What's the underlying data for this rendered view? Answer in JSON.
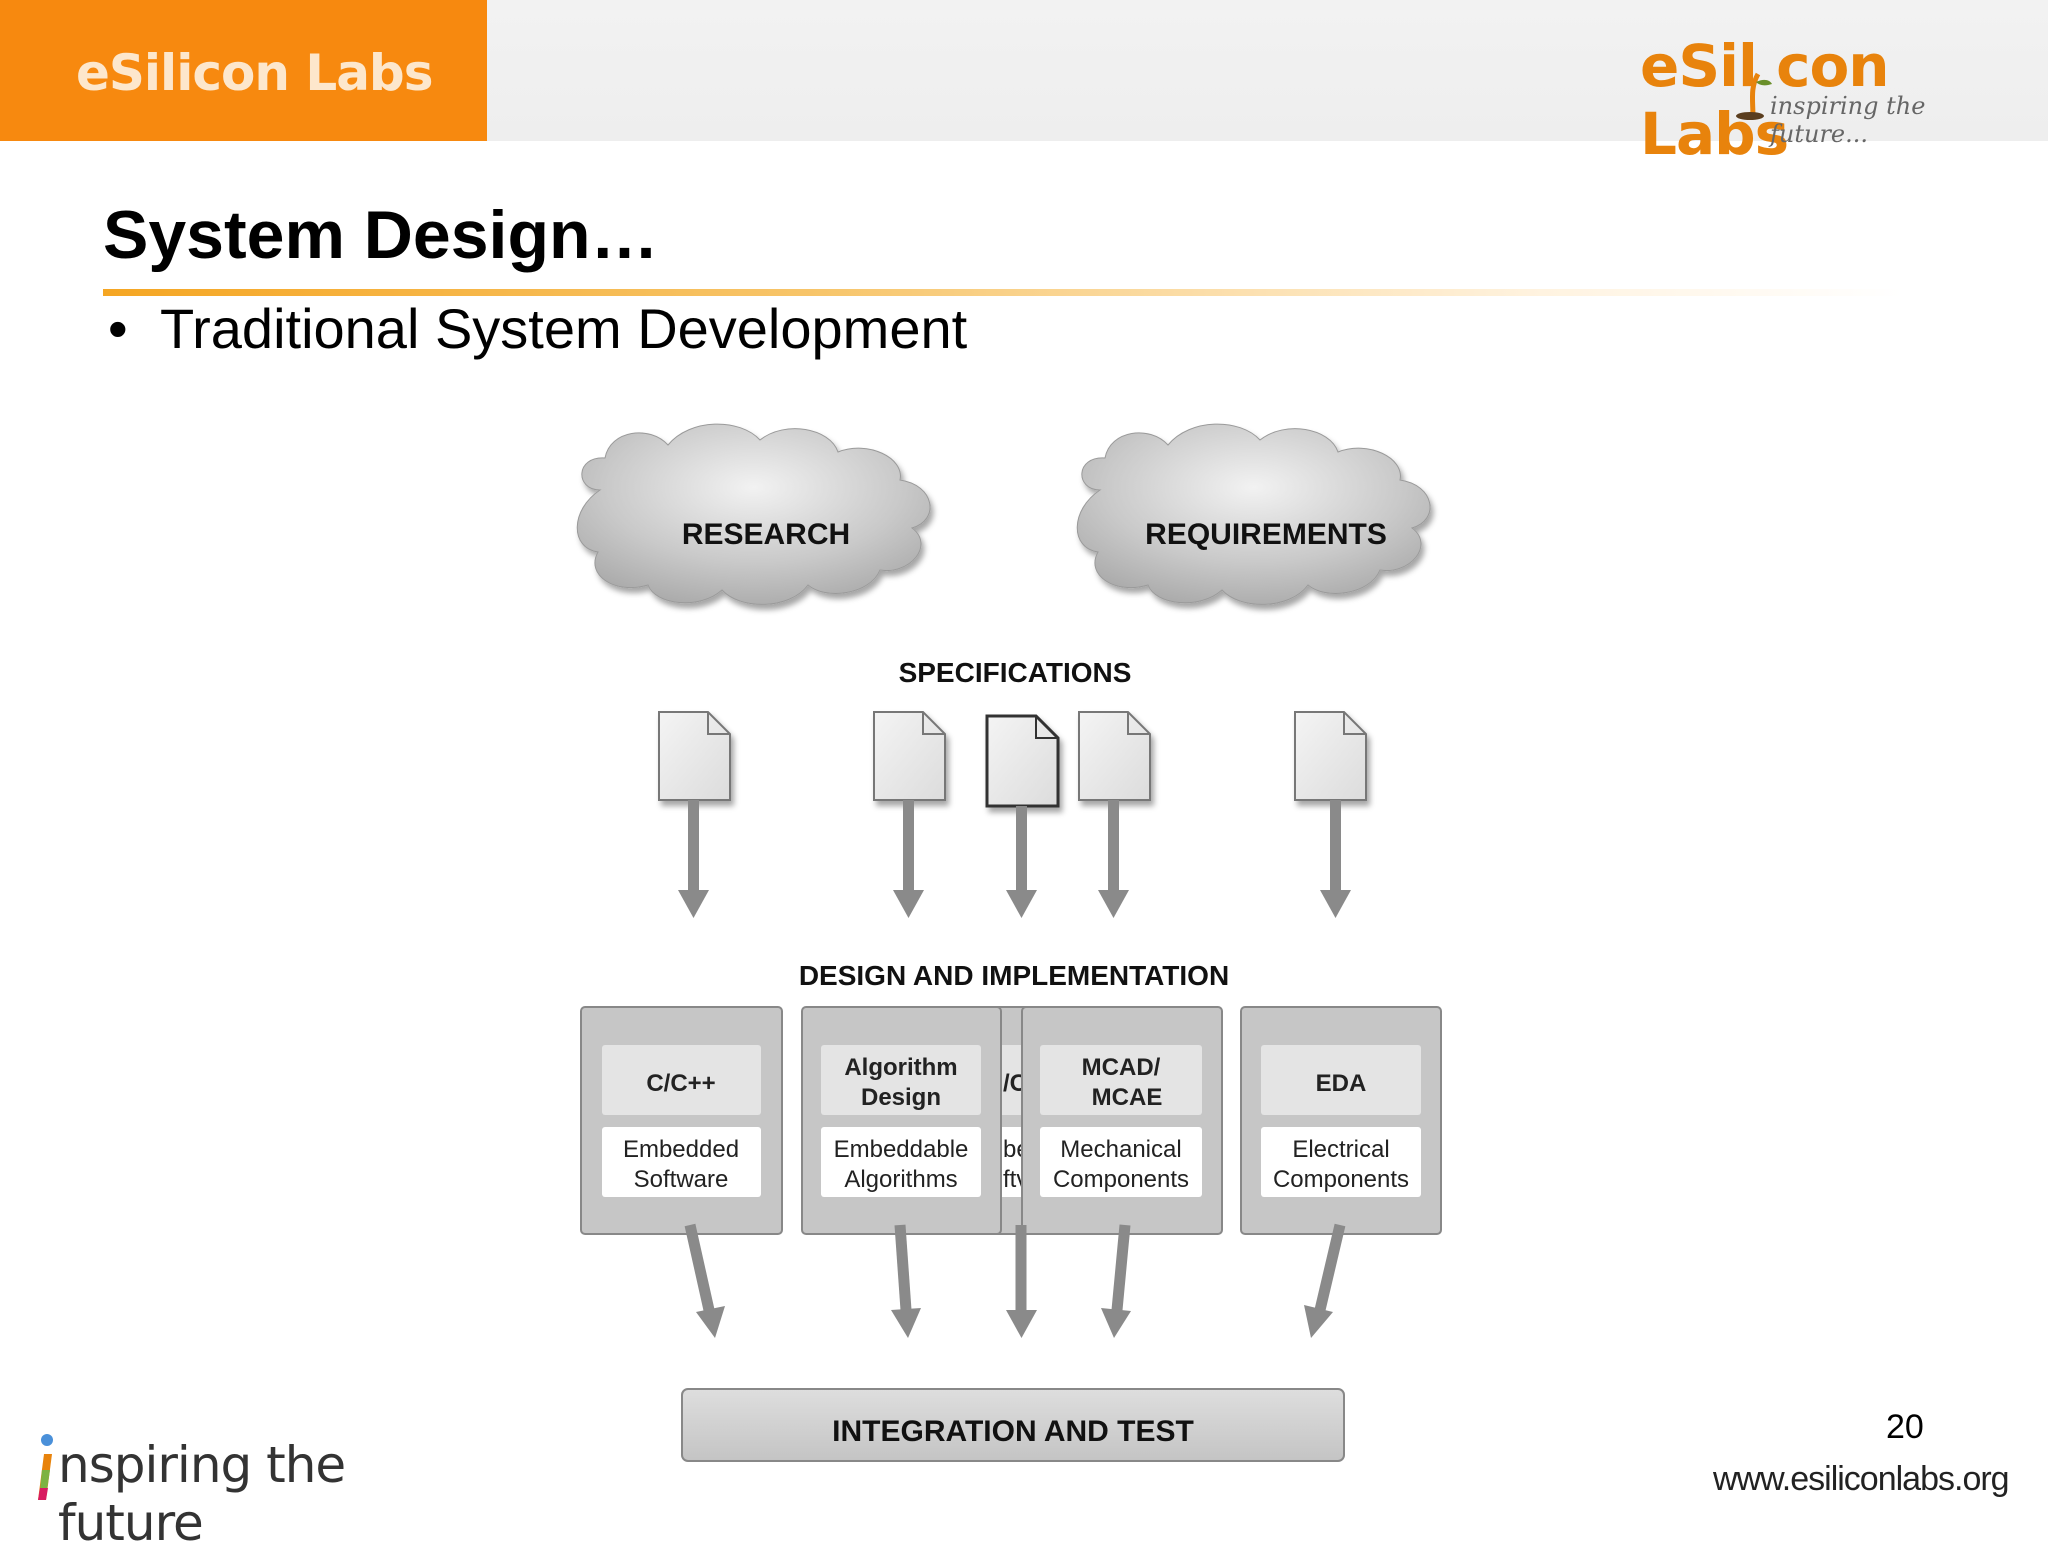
{
  "header": {
    "brand_tab": "eSilicon Labs",
    "logo_text": "eSil  con Labs",
    "logo_tagline": "inspiring the future..."
  },
  "slide": {
    "title": "System Design…",
    "bullet": "Traditional System Development",
    "page_number": "20"
  },
  "diagram": {
    "cloud_research": "RESEARCH",
    "cloud_requirements": "REQUIREMENTS",
    "specifications_label": "SPECIFICATIONS",
    "design_label": "DESIGN AND IMPLEMENTATION",
    "integration_label": "INTEGRATION AND TEST",
    "box_c": {
      "top": "C/C++",
      "bottom_1": "Embedded",
      "bottom_2": "Software"
    },
    "box_algo": {
      "top_1": "Algorithm",
      "top_2": "Design",
      "bottom_1": "Embeddable",
      "bottom_2": "Algorithms"
    },
    "box_hidden": {
      "top": "/C",
      "bottom_1": "be",
      "bottom_2": "ftv"
    },
    "box_mcad": {
      "top_1": "MCAD/",
      "top_2": "MCAE",
      "bottom_1": "Mechanical",
      "bottom_2": "Components"
    },
    "box_eda": {
      "top": "EDA",
      "bottom_1": "Electrical",
      "bottom_2": "Components"
    }
  },
  "footer": {
    "tagline": "nspiring the future",
    "url": "www.esiliconlabs.org"
  }
}
